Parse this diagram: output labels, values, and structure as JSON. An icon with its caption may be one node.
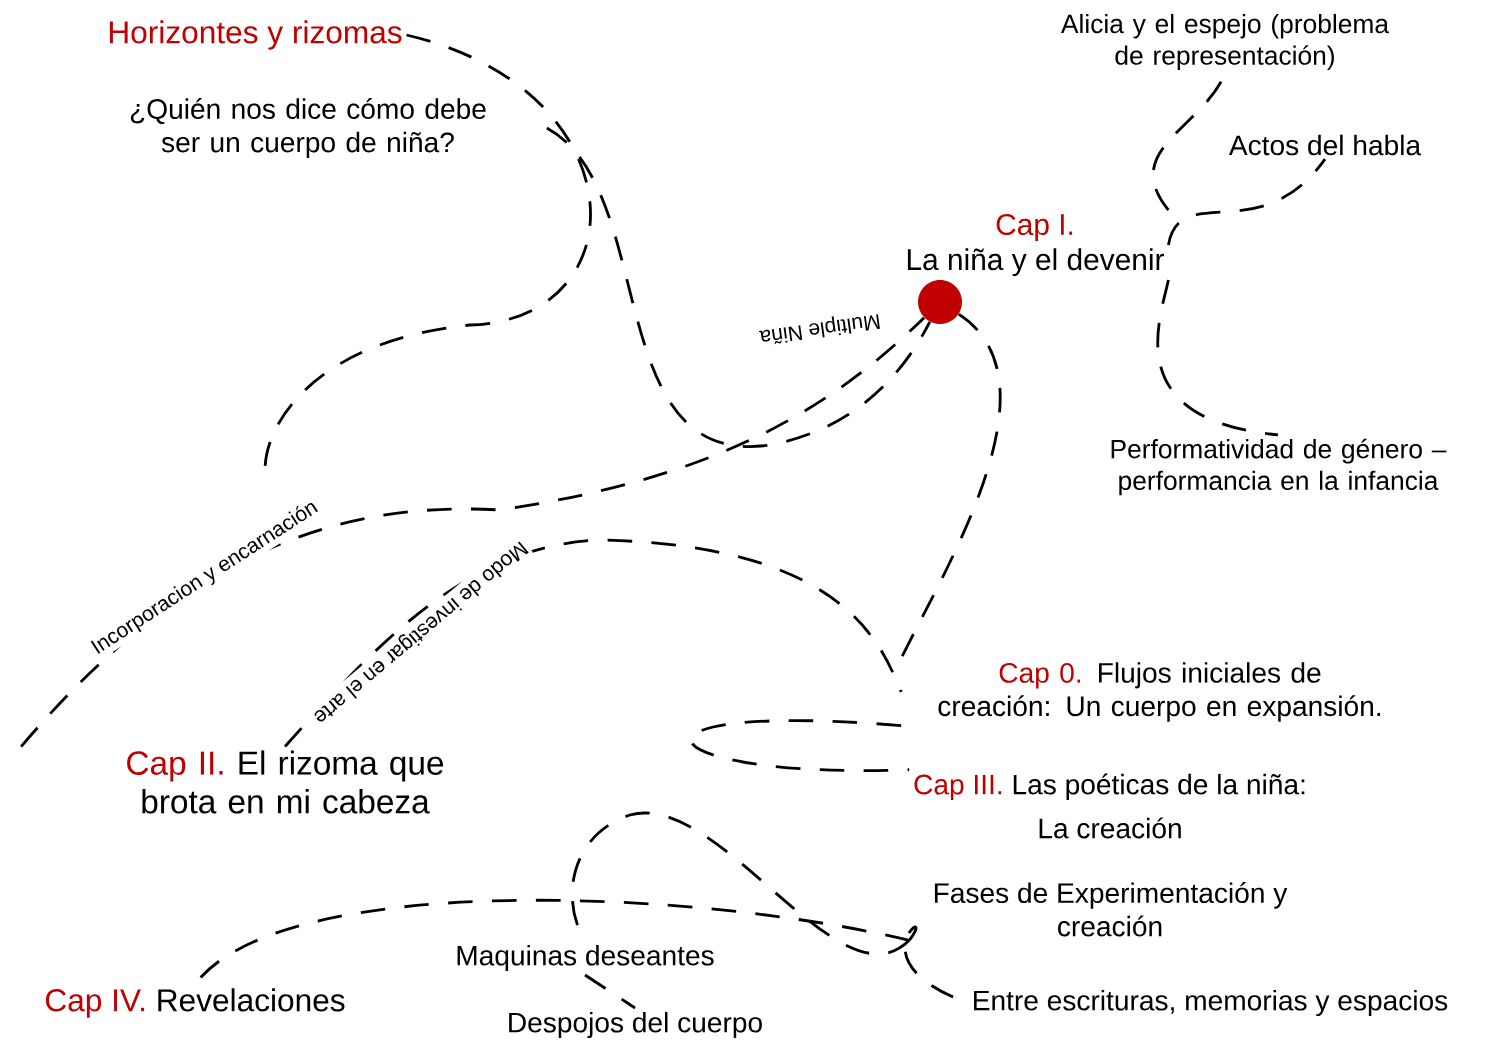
{
  "diagram": {
    "nodes": [
      {
        "text": [],
        "shape": "circle"
      },
      {
        "text": [
          "Cap I.",
          "La niña y el devenir"
        ]
      },
      {
        "text": [
          "Alicia y el espejo (problema de representación)"
        ]
      },
      {
        "text": [
          "Actos del habla"
        ]
      },
      {
        "text": [
          "Performatividad de género – performancia en la infancia"
        ]
      },
      {
        "text": [
          "Horizontes y rizomas"
        ]
      },
      {
        "text": [
          "¿Quién nos dice cómo debe ser un cuerpo de niña?"
        ]
      },
      {
        "text": [
          "Cap 0.",
          "Flujos iniciales de creación: Un cuerpo en expansión."
        ]
      },
      {
        "text": [
          "Cap II.",
          "El rizoma que brota en mi cabeza"
        ]
      },
      {
        "text": [
          "Cap III.",
          "Las poéticas de la niña:",
          "La creación",
          "Fases de Experimentación y creación"
        ]
      },
      {
        "text": [
          "Cap IV.",
          "Revelaciones"
        ]
      },
      {
        "text": [
          "Maquinas deseantes"
        ]
      },
      {
        "text": [
          "Despojos del cuerpo"
        ]
      },
      {
        "text": [
          "Entre escrituras, memorias y espacios"
        ]
      }
    ],
    "edges": [
      {
        "from": 1,
        "to": 2,
        "arrow": "none"
      },
      {
        "from": 1,
        "to": 3,
        "arrow": "none"
      },
      {
        "from": 1,
        "to": 4,
        "arrow": "none"
      },
      {
        "from": 0,
        "to": 7,
        "arrow": "none"
      },
      {
        "from": 6,
        "to": 0,
        "arrow": "none",
        "label": "Multiple Niña"
      },
      {
        "from": 5,
        "to": null,
        "arrow": "none"
      },
      {
        "from": 8,
        "to": 0,
        "arrow": "none",
        "label": "Incorporacion y encarnación"
      },
      {
        "from": 8,
        "to": 7,
        "arrow": "none",
        "label": "Modo de investigar en el arte"
      },
      {
        "from": 7,
        "to": 9,
        "arrow": "none"
      },
      {
        "from": 9,
        "to": 13,
        "arrow": "none"
      },
      {
        "from": 9,
        "to": 10,
        "arrow": "none"
      },
      {
        "from": 9,
        "to": 11,
        "arrow": "none"
      },
      {
        "from": 11,
        "to": 12,
        "arrow": "none"
      }
    ]
  }
}
